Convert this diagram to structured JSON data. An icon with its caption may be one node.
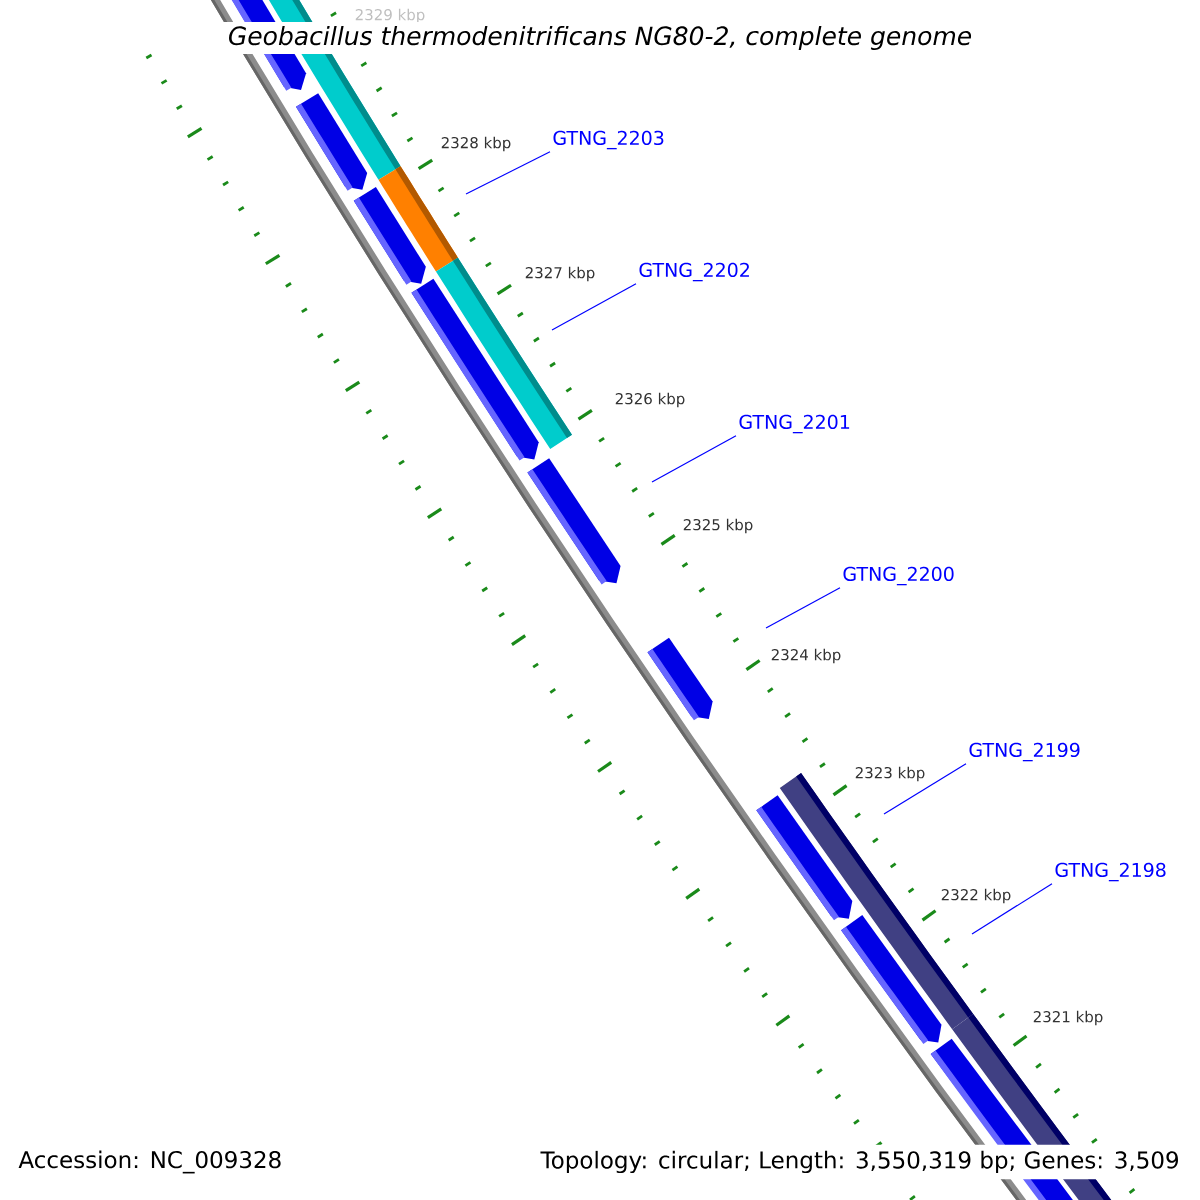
{
  "diagram": {
    "title": "Geobacillus thermodenitrificans NG80-2, complete genome",
    "nodes": [
      {
        "text": [
          "GTNG_2203"
        ]
      },
      {
        "text": [
          "GTNG_2202"
        ]
      },
      {
        "text": [
          "GTNG_2201"
        ]
      },
      {
        "text": [
          "GTNG_2200"
        ]
      },
      {
        "text": [
          "GTNG_2199"
        ]
      },
      {
        "text": [
          "GTNG_2198"
        ]
      }
    ],
    "edges": [
      {
        "from": 0,
        "to": null,
        "arrow": "none"
      },
      {
        "from": 1,
        "to": null,
        "arrow": "none"
      },
      {
        "from": 2,
        "to": null,
        "arrow": "none"
      },
      {
        "from": 3,
        "to": null,
        "arrow": "none"
      },
      {
        "from": 4,
        "to": null,
        "arrow": "none"
      },
      {
        "from": 5,
        "to": null,
        "arrow": "none"
      }
    ],
    "labels": [
      "2329 kbp",
      "2328 kbp",
      "2327 kbp",
      "2326 kbp",
      "2325 kbp",
      "2324 kbp",
      "2323 kbp",
      "2322 kbp",
      "2321 kbp",
      "Accession: NC_009328",
      "Topology: circular; Length: 3,550,319 bp; Genes: 3,509"
    ]
  }
}
